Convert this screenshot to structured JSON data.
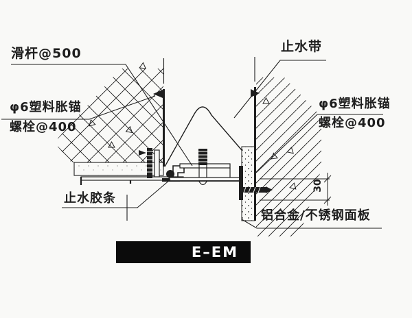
{
  "drawing": {
    "title": "E–EM",
    "labels": {
      "slide_rod": "滑杆@500",
      "waterstop_band": "止水带",
      "anchor_left_line1": "φ6塑料胀锚",
      "anchor_left_line2": "螺栓@400",
      "anchor_right_line1": "φ6塑料胀锚",
      "anchor_right_line2": "螺栓@400",
      "seal_strip": "止水胶条",
      "panel": "铝合金/不锈钢面板",
      "dimension": "30"
    },
    "colors": {
      "ink": "#1e1e1e",
      "paper": "#f9f9f7",
      "title_bg": "#0b0b0b",
      "title_text": "#ffffff"
    }
  }
}
